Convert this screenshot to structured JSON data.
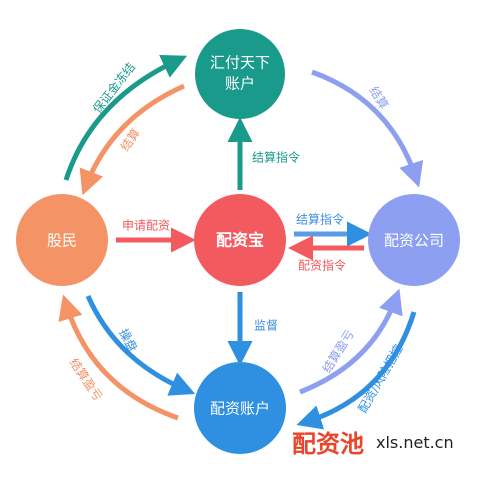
{
  "nodes": {
    "huifu": {
      "line1": "汇付天下",
      "line2": "账户",
      "color": "#1a9a8a"
    },
    "gumin": {
      "label": "股民",
      "color": "#f39366"
    },
    "peizibao": {
      "label": "配资宝",
      "color": "#f25a5f"
    },
    "peizi_company": {
      "label": "配资公司",
      "color": "#8d9ff0"
    },
    "peizi_account": {
      "label": "配资账户",
      "color": "#2f8fe0"
    }
  },
  "edges": {
    "deposit_freeze": {
      "label": "保证金冻结",
      "color": "#1a9a8a"
    },
    "settle_huifu_to_gumin": {
      "label": "结算",
      "color": "#f39366"
    },
    "settle_huifu_to_company": {
      "label": "结算",
      "color": "#8d9ff0"
    },
    "settle_cmd_up": {
      "label": "结算指令",
      "color": "#1a9a8a"
    },
    "apply_peizi": {
      "label": "申请配资",
      "color": "#f25a5f"
    },
    "settle_cmd_right": {
      "label": "结算指令",
      "color": "#3f8fe0"
    },
    "peizi_cmd_left": {
      "label": "配资指令",
      "color": "#f25a5f"
    },
    "supervise": {
      "label": "监督",
      "color": "#3f8fe0"
    },
    "operate": {
      "label": "操盘",
      "color": "#2f8fe0"
    },
    "settle_pnl_left": {
      "label": "结算盈亏",
      "color": "#f39366"
    },
    "settle_pnl_right": {
      "label": "结算盈亏",
      "color": "#8d9ff0"
    },
    "risk_control": {
      "label": "配资/风险把控",
      "color": "#2f8fe0"
    }
  },
  "watermark": {
    "brand": "配资池",
    "url": "xls.net.cn"
  }
}
